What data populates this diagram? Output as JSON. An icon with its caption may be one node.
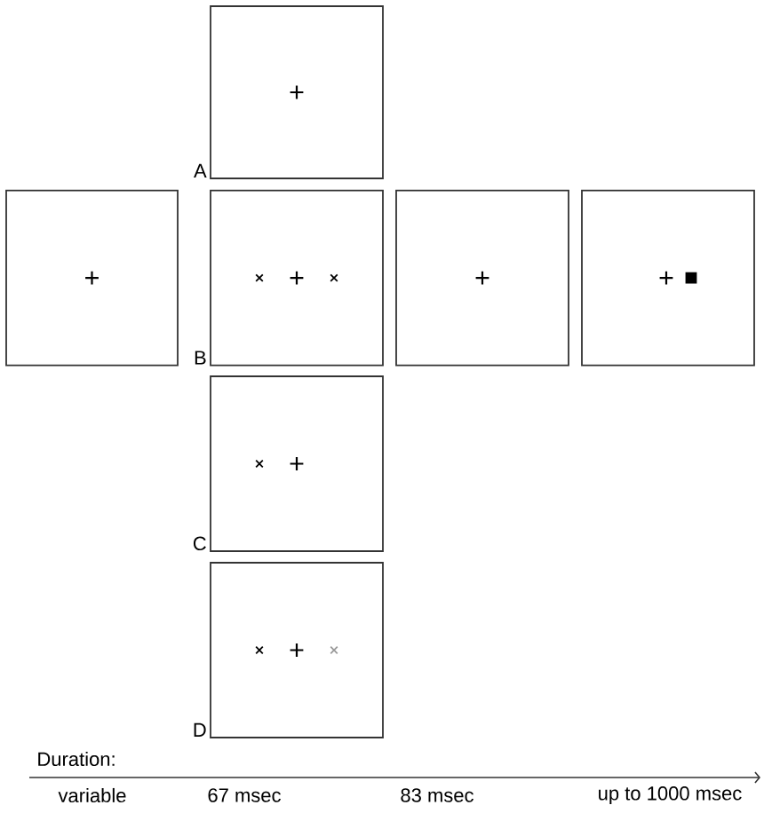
{
  "diagram": {
    "nodes": [
      {
        "text": [],
        "shape": "box",
        "beside": [
          "A"
        ]
      },
      {
        "text": [],
        "shape": "box"
      },
      {
        "text": [],
        "shape": "box",
        "beside": [
          "B"
        ]
      },
      {
        "text": [],
        "shape": "box"
      },
      {
        "text": [],
        "shape": "box"
      },
      {
        "text": [],
        "shape": "box",
        "beside": [
          "C"
        ]
      },
      {
        "text": [],
        "shape": "box",
        "beside": [
          "D"
        ]
      }
    ],
    "labels": [
      "Duration:",
      "variable",
      "67 msec",
      "83 msec",
      "up to 1000 msec"
    ]
  }
}
